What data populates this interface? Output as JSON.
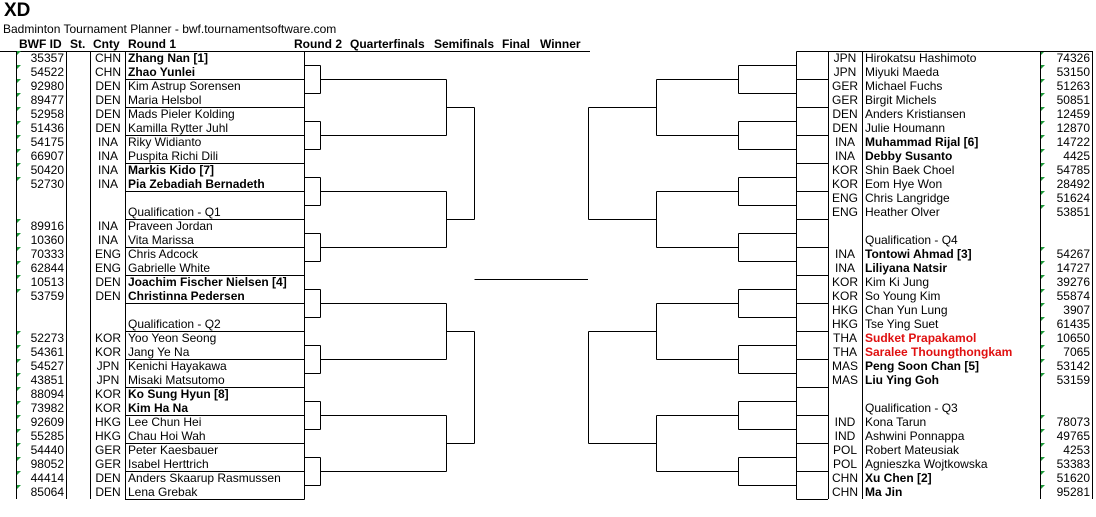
{
  "title": "XD",
  "subtitle": "Badminton Tournament Planner - bwf.tournamentsoftware.com",
  "headers": {
    "bwf_id": "BWF ID",
    "st": "St.",
    "cnty": "Cnty",
    "round1": "Round 1",
    "round2": "Round 2",
    "quarterfinals": "Quarterfinals",
    "semifinals": "Semifinals",
    "final": "Final",
    "winner": "Winner"
  },
  "left_rows": [
    {
      "id": "35357",
      "cnty": "CHN",
      "name": "Zhang Nan [1]",
      "style": "b"
    },
    {
      "id": "54522",
      "cnty": "CHN",
      "name": "Zhao Yunlei",
      "style": "b"
    },
    {
      "id": "92980",
      "cnty": "DEN",
      "name": "Kim Astrup Sorensen",
      "style": ""
    },
    {
      "id": "89477",
      "cnty": "DEN",
      "name": "Maria Helsbol",
      "style": ""
    },
    {
      "id": "52958",
      "cnty": "DEN",
      "name": "Mads Pieler Kolding",
      "style": ""
    },
    {
      "id": "51436",
      "cnty": "DEN",
      "name": "Kamilla Rytter Juhl",
      "style": ""
    },
    {
      "id": "54175",
      "cnty": "INA",
      "name": "Riky Widianto",
      "style": ""
    },
    {
      "id": "66907",
      "cnty": "INA",
      "name": "Puspita Richi Dili",
      "style": ""
    },
    {
      "id": "50420",
      "cnty": "INA",
      "name": "Markis Kido [7]",
      "style": "b"
    },
    {
      "id": "52730",
      "cnty": "INA",
      "name": "Pia Zebadiah Bernadeth",
      "style": "b"
    },
    {
      "id": "",
      "cnty": "",
      "name": "",
      "style": ""
    },
    {
      "id": "",
      "cnty": "",
      "name": "Qualification - Q1",
      "style": ""
    },
    {
      "id": "89916",
      "cnty": "INA",
      "name": "Praveen Jordan",
      "style": ""
    },
    {
      "id": "10360",
      "cnty": "INA",
      "name": "Vita Marissa",
      "style": ""
    },
    {
      "id": "70333",
      "cnty": "ENG",
      "name": "Chris Adcock",
      "style": ""
    },
    {
      "id": "62844",
      "cnty": "ENG",
      "name": "Gabrielle White",
      "style": ""
    },
    {
      "id": "10513",
      "cnty": "DEN",
      "name": "Joachim Fischer Nielsen [4]",
      "style": "b"
    },
    {
      "id": "53759",
      "cnty": "DEN",
      "name": "Christinna Pedersen",
      "style": "b"
    },
    {
      "id": "",
      "cnty": "",
      "name": "",
      "style": ""
    },
    {
      "id": "",
      "cnty": "",
      "name": "Qualification - Q2",
      "style": ""
    },
    {
      "id": "52273",
      "cnty": "KOR",
      "name": "Yoo Yeon Seong",
      "style": ""
    },
    {
      "id": "54361",
      "cnty": "KOR",
      "name": "Jang Ye Na",
      "style": ""
    },
    {
      "id": "54527",
      "cnty": "JPN",
      "name": "Kenichi Hayakawa",
      "style": ""
    },
    {
      "id": "43851",
      "cnty": "JPN",
      "name": "Misaki Matsutomo",
      "style": ""
    },
    {
      "id": "88094",
      "cnty": "KOR",
      "name": "Ko Sung Hyun [8]",
      "style": "b"
    },
    {
      "id": "73982",
      "cnty": "KOR",
      "name": "Kim Ha Na",
      "style": "b"
    },
    {
      "id": "92609",
      "cnty": "HKG",
      "name": "Lee Chun Hei",
      "style": ""
    },
    {
      "id": "55285",
      "cnty": "HKG",
      "name": "Chau Hoi Wah",
      "style": ""
    },
    {
      "id": "54440",
      "cnty": "GER",
      "name": "Peter Kaesbauer",
      "style": ""
    },
    {
      "id": "98052",
      "cnty": "GER",
      "name": "Isabel Herttrich",
      "style": ""
    },
    {
      "id": "44414",
      "cnty": "DEN",
      "name": "Anders Skaarup Rasmussen",
      "style": ""
    },
    {
      "id": "85064",
      "cnty": "DEN",
      "name": "Lena Grebak",
      "style": ""
    }
  ],
  "right_rows": [
    {
      "id": "74326",
      "cnty": "JPN",
      "name": "Hirokatsu Hashimoto",
      "style": ""
    },
    {
      "id": "53150",
      "cnty": "JPN",
      "name": "Miyuki Maeda",
      "style": ""
    },
    {
      "id": "51263",
      "cnty": "GER",
      "name": "Michael Fuchs",
      "style": ""
    },
    {
      "id": "50851",
      "cnty": "GER",
      "name": "Birgit Michels",
      "style": ""
    },
    {
      "id": "12459",
      "cnty": "DEN",
      "name": "Anders Kristiansen",
      "style": ""
    },
    {
      "id": "12870",
      "cnty": "DEN",
      "name": "Julie Houmann",
      "style": ""
    },
    {
      "id": "14722",
      "cnty": "INA",
      "name": "Muhammad Rijal [6]",
      "style": "b"
    },
    {
      "id": "4425",
      "cnty": "INA",
      "name": "Debby Susanto",
      "style": "b"
    },
    {
      "id": "54785",
      "cnty": "KOR",
      "name": "Shin Baek Choel",
      "style": ""
    },
    {
      "id": "28492",
      "cnty": "KOR",
      "name": "Eom Hye Won",
      "style": ""
    },
    {
      "id": "51624",
      "cnty": "ENG",
      "name": "Chris Langridge",
      "style": ""
    },
    {
      "id": "53851",
      "cnty": "ENG",
      "name": "Heather Olver",
      "style": ""
    },
    {
      "id": "",
      "cnty": "",
      "name": "",
      "style": ""
    },
    {
      "id": "",
      "cnty": "",
      "name": "Qualification - Q4",
      "style": ""
    },
    {
      "id": "54267",
      "cnty": "INA",
      "name": "Tontowi Ahmad [3]",
      "style": "b"
    },
    {
      "id": "14727",
      "cnty": "INA",
      "name": "Liliyana Natsir",
      "style": "b"
    },
    {
      "id": "39276",
      "cnty": "KOR",
      "name": "Kim Ki Jung",
      "style": ""
    },
    {
      "id": "55874",
      "cnty": "KOR",
      "name": "So Young Kim",
      "style": ""
    },
    {
      "id": "3907",
      "cnty": "HKG",
      "name": "Chan Yun Lung",
      "style": ""
    },
    {
      "id": "61435",
      "cnty": "HKG",
      "name": "Tse Ying Suet",
      "style": ""
    },
    {
      "id": "10650",
      "cnty": "THA",
      "name": "Sudket Prapakamol",
      "style": "red"
    },
    {
      "id": "7065",
      "cnty": "THA",
      "name": "Saralee Thoungthongkam",
      "style": "red"
    },
    {
      "id": "53142",
      "cnty": "MAS",
      "name": "Peng Soon Chan [5]",
      "style": "b"
    },
    {
      "id": "53159",
      "cnty": "MAS",
      "name": "Liu Ying Goh",
      "style": "b"
    },
    {
      "id": "",
      "cnty": "",
      "name": "",
      "style": ""
    },
    {
      "id": "",
      "cnty": "",
      "name": "Qualification - Q3",
      "style": ""
    },
    {
      "id": "78073",
      "cnty": "IND",
      "name": "Kona Tarun",
      "style": ""
    },
    {
      "id": "49765",
      "cnty": "IND",
      "name": "Ashwini Ponnappa",
      "style": ""
    },
    {
      "id": "4253",
      "cnty": "POL",
      "name": "Robert Mateusiak",
      "style": ""
    },
    {
      "id": "53383",
      "cnty": "POL",
      "name": "Agnieszka Wojtkowska",
      "style": ""
    },
    {
      "id": "51620",
      "cnty": "CHN",
      "name": "Xu Chen [2]",
      "style": "b"
    },
    {
      "id": "95281",
      "cnty": "CHN",
      "name": "Ma Jin",
      "style": "b"
    }
  ],
  "colors": {
    "marker": "#1e9b3a",
    "eliminated": "#e01010",
    "line": "#000000"
  }
}
